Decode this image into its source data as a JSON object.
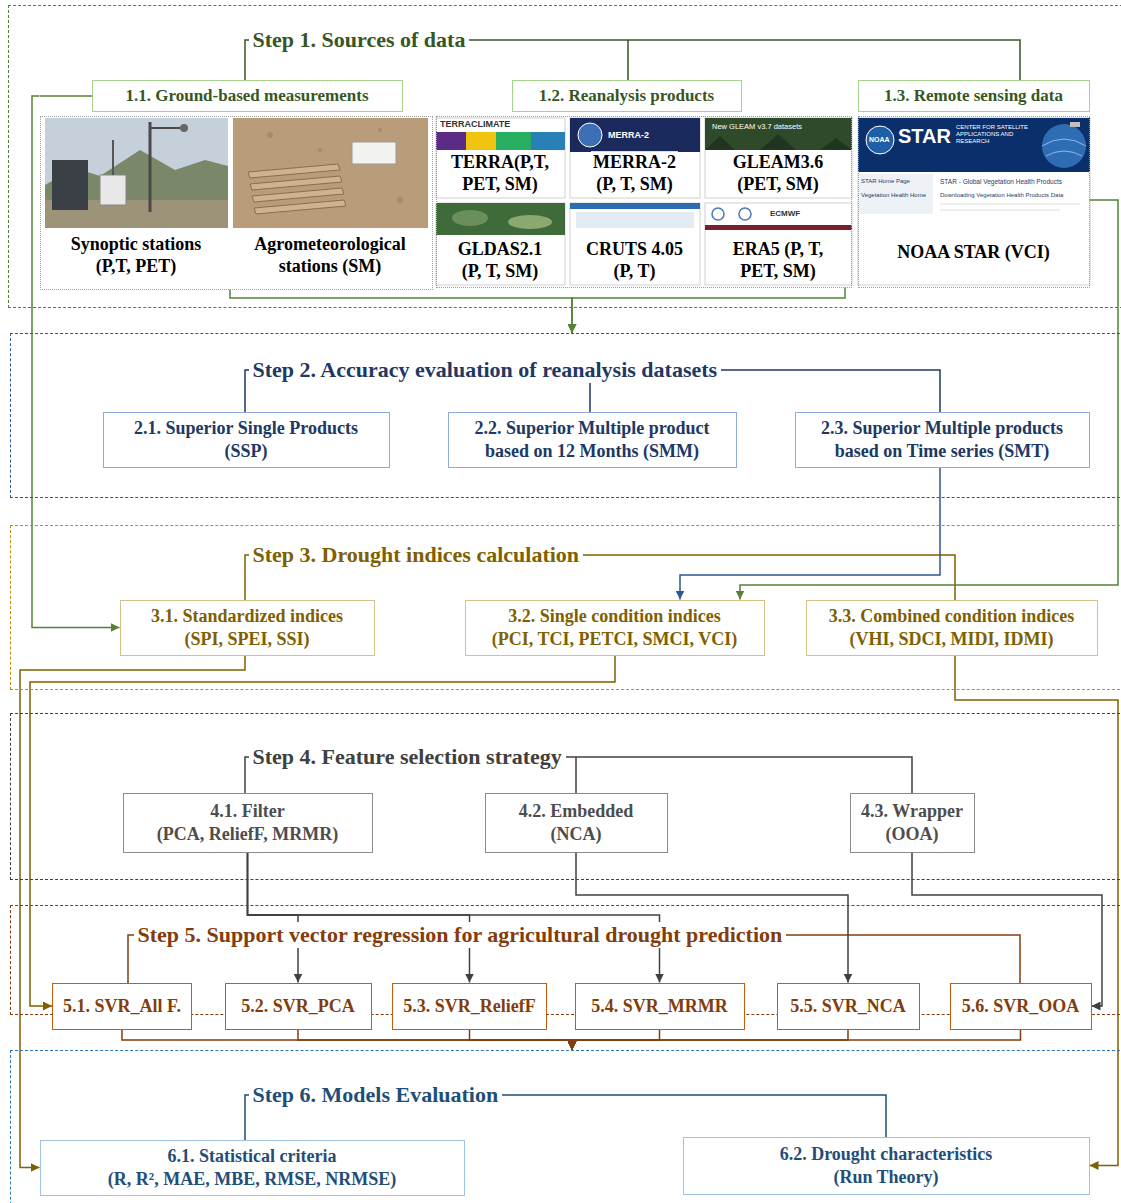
{
  "diagram": {
    "nodes": [
      {
        "text": [
          "Step 1. Sources of data"
        ]
      },
      {
        "text": [
          "1.1. Ground-based measurements"
        ],
        "in": 0
      },
      {
        "text": [
          "Synoptic stations (P,T, PET)"
        ],
        "in": 1
      },
      {
        "text": [
          "Agrometeorological stations (SM)"
        ],
        "in": 1
      },
      {
        "text": [
          "1.2. Reanalysis products"
        ],
        "in": 0
      },
      {
        "text": [
          "TERRA(P,T, PET, SM)"
        ],
        "in": 4
      },
      {
        "text": [
          "MERRA-2 (P, T, SM)"
        ],
        "in": 4
      },
      {
        "text": [
          "GLEAM3.6 (PET, SM)"
        ],
        "in": 4
      },
      {
        "text": [
          "GLDAS2.1 (P, T, SM)"
        ],
        "in": 4
      },
      {
        "text": [
          "CRUTS 4.05 (P, T)"
        ],
        "in": 4
      },
      {
        "text": [
          "ERA5 (P, T, PET, SM)"
        ],
        "in": 4
      },
      {
        "text": [
          "1.3. Remote sensing data"
        ],
        "in": 0
      },
      {
        "text": [
          "NOAA STAR (VCI)"
        ],
        "in": 11
      },
      {
        "text": [
          "Step 2. Accuracy evaluation of reanalysis datasets"
        ]
      },
      {
        "text": [
          "2.1. Superior Single Products (SSP)"
        ],
        "in": 13
      },
      {
        "text": [
          "2.2. Superior Multiple product based on 12 Months (SMM)"
        ],
        "in": 13
      },
      {
        "text": [
          "2.3. Superior Multiple products based on Time series (SMT)"
        ],
        "in": 13
      },
      {
        "text": [
          "Step 3. Drought indices calculation"
        ]
      },
      {
        "text": [
          "3.1. Standardized indices (SPI, SPEI, SSI)"
        ],
        "in": 17
      },
      {
        "text": [
          "3.2. Single condition indices (PCI, TCI, PETCI, SMCI, VCI)"
        ],
        "in": 17
      },
      {
        "text": [
          "3.3. Combined condition indices (VHI, SDCI, MIDI, IDMI)"
        ],
        "in": 17
      },
      {
        "text": [
          "Step 4. Feature selection strategy"
        ]
      },
      {
        "text": [
          "4.1. Filter (PCA, ReliefF, MRMR)"
        ],
        "in": 21
      },
      {
        "text": [
          "4.2. Embedded (NCA)"
        ],
        "in": 21
      },
      {
        "text": [
          "4.3. Wrapper (OOA)"
        ],
        "in": 21
      },
      {
        "text": [
          "Step 5. Support vector regression for agricultural drought prediction"
        ]
      },
      {
        "text": [
          "5.1. SVR_All F."
        ],
        "in": 25
      },
      {
        "text": [
          "5.2. SVR_PCA"
        ],
        "in": 25
      },
      {
        "text": [
          "5.3. SVR_ReliefF"
        ],
        "in": 25
      },
      {
        "text": [
          "5.4. SVR_MRMR"
        ],
        "in": 25
      },
      {
        "text": [
          "5.5. SVR_NCA"
        ],
        "in": 25
      },
      {
        "text": [
          "5.6. SVR_OOA"
        ],
        "in": 25
      },
      {
        "text": [
          "Step 6. Models Evaluation"
        ]
      },
      {
        "text": [
          "6.1. Statistical criteria (R, R², MAE, MBE, RMSE, NRMSE)"
        ],
        "in": 32
      },
      {
        "text": [
          "6.2. Drought characteristics (Run Theory)"
        ],
        "in": 32
      }
    ],
    "edges": [
      {
        "from": 1,
        "to": 13,
        "arrow": "to"
      },
      {
        "from": 4,
        "to": 13,
        "arrow": "to"
      },
      {
        "from": 1,
        "to": 18,
        "arrow": "to"
      },
      {
        "from": 11,
        "to": 19,
        "arrow": "to"
      },
      {
        "from": 16,
        "to": 19,
        "arrow": "to"
      },
      {
        "from": 18,
        "to": 33,
        "arrow": "to"
      },
      {
        "from": 19,
        "to": 26,
        "arrow": "to"
      },
      {
        "from": 20,
        "to": 34,
        "arrow": "to"
      },
      {
        "from": 22,
        "to": 27,
        "arrow": "to"
      },
      {
        "from": 22,
        "to": 28,
        "arrow": "to"
      },
      {
        "from": 22,
        "to": 29,
        "arrow": "to"
      },
      {
        "from": 23,
        "to": 30,
        "arrow": "to"
      },
      {
        "from": 24,
        "to": 31,
        "arrow": "to"
      },
      {
        "from": 26,
        "to": 32,
        "arrow": "to"
      },
      {
        "from": 27,
        "to": 32,
        "arrow": "to"
      },
      {
        "from": 28,
        "to": 32,
        "arrow": "to"
      },
      {
        "from": 29,
        "to": 32,
        "arrow": "to"
      },
      {
        "from": 30,
        "to": 32,
        "arrow": "to"
      },
      {
        "from": 31,
        "to": 32,
        "arrow": "to"
      }
    ],
    "labels": [
      "TERRACLIMATE",
      "MERRA-2",
      "New GLEAM v3.7 datasets",
      "ECMWF",
      "NOAA",
      "STAR",
      "CENTER FOR SATELLITE APPLICATIONS AND RESEARCH",
      "STAR Home Page",
      "Vegetation Health Home",
      "STAR - Global Vegetation Health Products",
      "Downloading Vegetation Health Products Data"
    ]
  }
}
